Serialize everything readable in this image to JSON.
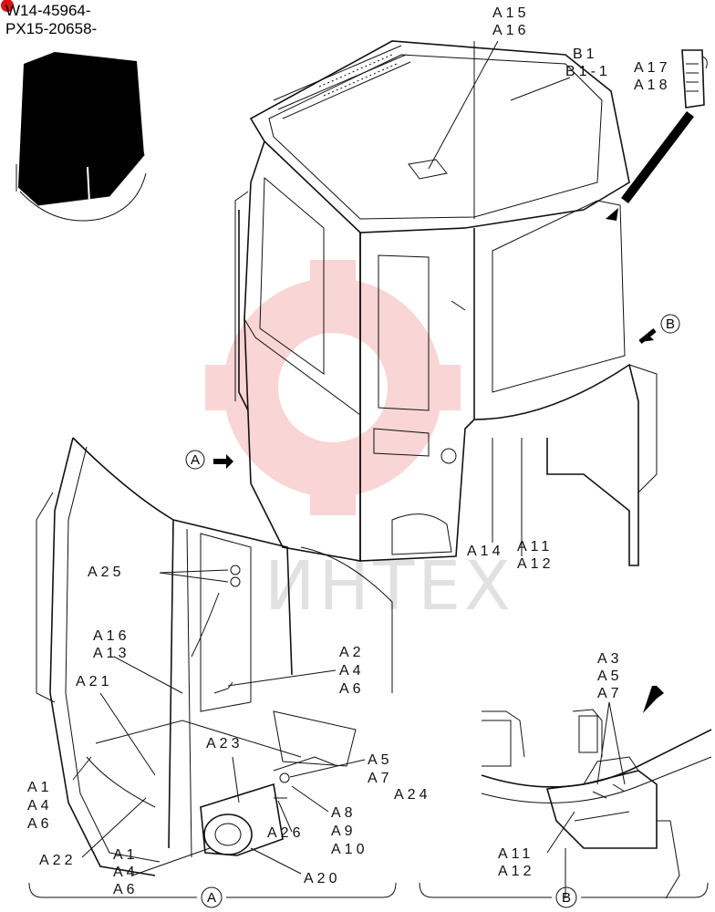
{
  "serials": [
    "W14-45964-",
    "PX15-20658-"
  ],
  "watermark": "ИНТЕХ",
  "colors": {
    "watermark_logo": "#e64545",
    "ink": "#111111"
  },
  "callouts": {
    "a15": "A15",
    "a16": "A16",
    "b1": "B1",
    "b1_1": "B1-1",
    "a17": "A17",
    "a18": "A18",
    "view_b_marker": "B",
    "view_a_marker": "A",
    "a14": "A14",
    "a11": "A11",
    "a12": "A12",
    "a25": "A25",
    "a16_l": "A16",
    "a13": "A13",
    "a21": "A21",
    "a2": "A2",
    "a4": "A4",
    "a6": "A6",
    "a23": "A23",
    "a5": "A5",
    "a7": "A7",
    "a24": "A24",
    "a1": "A1",
    "a4_l": "A4",
    "a6_l": "A6",
    "a8": "A8",
    "a9": "A9",
    "a10": "A10",
    "a26": "A26",
    "a22": "A22",
    "a1_b": "A1",
    "a4_b": "A4",
    "a6_b": "A6",
    "a20": "A20",
    "a3_r": "A3",
    "a5_r": "A5",
    "a7_r": "A7",
    "a11_r": "A11",
    "a12_r": "A12",
    "section_a": "A",
    "section_b": "B"
  },
  "icons": [
    "cab-icon",
    "door-handle-icon",
    "arrow-right-icon"
  ]
}
